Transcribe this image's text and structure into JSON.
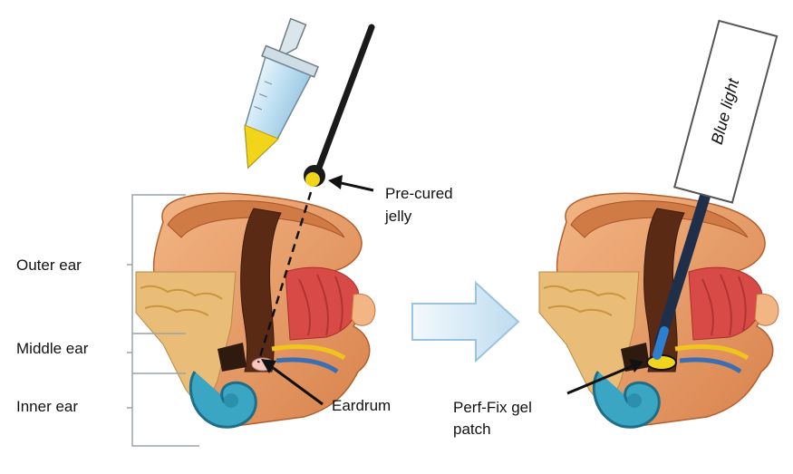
{
  "labels": {
    "outer_ear": "Outer ear",
    "middle_ear": "Middle ear",
    "inner_ear": "Inner ear",
    "eardrum": "Eardrum",
    "pre_cured": "Pre-cured",
    "jelly": "jelly",
    "perf_fix_line1": "Perf-Fix gel",
    "perf_fix_line2": "patch",
    "blue_light": "Blue light"
  },
  "colors": {
    "skin": "#e9a06b",
    "skin_dark": "#c9713f",
    "canal": "#5a2a14",
    "bone": "#e2b36a",
    "muscle": "#d64545",
    "cochlea": "#3ba6c4",
    "gel_yellow": "#f2d51a",
    "tube_blue": "#bfe0f2",
    "arrow_fill": "#d7ebf7",
    "bracket": "#9aa3aa"
  },
  "icons": {
    "tube": "microcentrifuge-tube-icon",
    "applicator": "applicator-probe-icon",
    "light_device": "blue-light-device-icon",
    "process_arrow": "process-arrow-icon"
  }
}
